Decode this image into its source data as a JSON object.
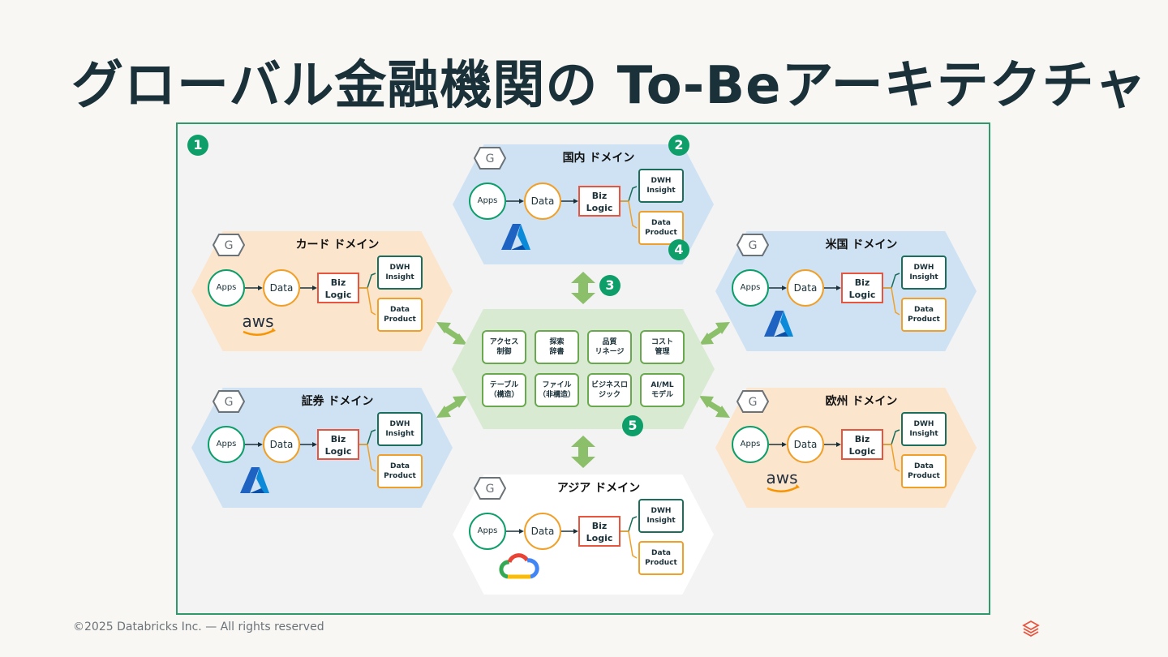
{
  "title": "グローバル金融機関の To-Beアーキテクチャ",
  "numbers": [
    "1",
    "2",
    "3",
    "4",
    "5"
  ],
  "node_labels": {
    "apps": "Apps",
    "data": "Data",
    "biz_line1": "Biz",
    "biz_line2": "Logic",
    "dwh_line1": "DWH",
    "dwh_line2": "Insight",
    "dp_line1": "Data",
    "dp_line2": "Product",
    "governance": "G"
  },
  "domains": [
    {
      "id": "domestic",
      "name": "国内 ドメイン",
      "cloud": "azure",
      "color": "blue"
    },
    {
      "id": "card",
      "name": "カード ドメイン",
      "cloud": "aws",
      "color": "orange"
    },
    {
      "id": "us",
      "name": "米国 ドメイン",
      "cloud": "azure",
      "color": "blue"
    },
    {
      "id": "securities",
      "name": "証券 ドメイン",
      "cloud": "azure",
      "color": "blue"
    },
    {
      "id": "europe",
      "name": "欧州 ドメイン",
      "cloud": "aws",
      "color": "orange"
    },
    {
      "id": "asia",
      "name": "アジア ドメイン",
      "cloud": "gcp",
      "color": "white"
    }
  ],
  "logo_text": {
    "aws": "aws"
  },
  "capabilities": [
    {
      "line1": "アクセス",
      "line2": "制御"
    },
    {
      "line1": "探索",
      "line2": "辞書"
    },
    {
      "line1": "品質",
      "line2": "リネージ"
    },
    {
      "line1": "コスト",
      "line2": "管理"
    },
    {
      "line1": "テーブル",
      "line2": "（構造）"
    },
    {
      "line1": "ファイル",
      "line2": "（非構造）"
    },
    {
      "line1": "ビジネスロ",
      "line2": "ジック"
    },
    {
      "line1": "AI/ML",
      "line2": "モデル"
    }
  ],
  "colors": {
    "frame": "#2E9A6C",
    "badge": "#0D9E6A",
    "orange_domain": "#FCE5CD",
    "blue_domain": "#CFE2F3",
    "center": "#D9EAD3",
    "arrow": "#8BBF6A"
  },
  "footer": "©2025 Databricks Inc. — All rights reserved"
}
